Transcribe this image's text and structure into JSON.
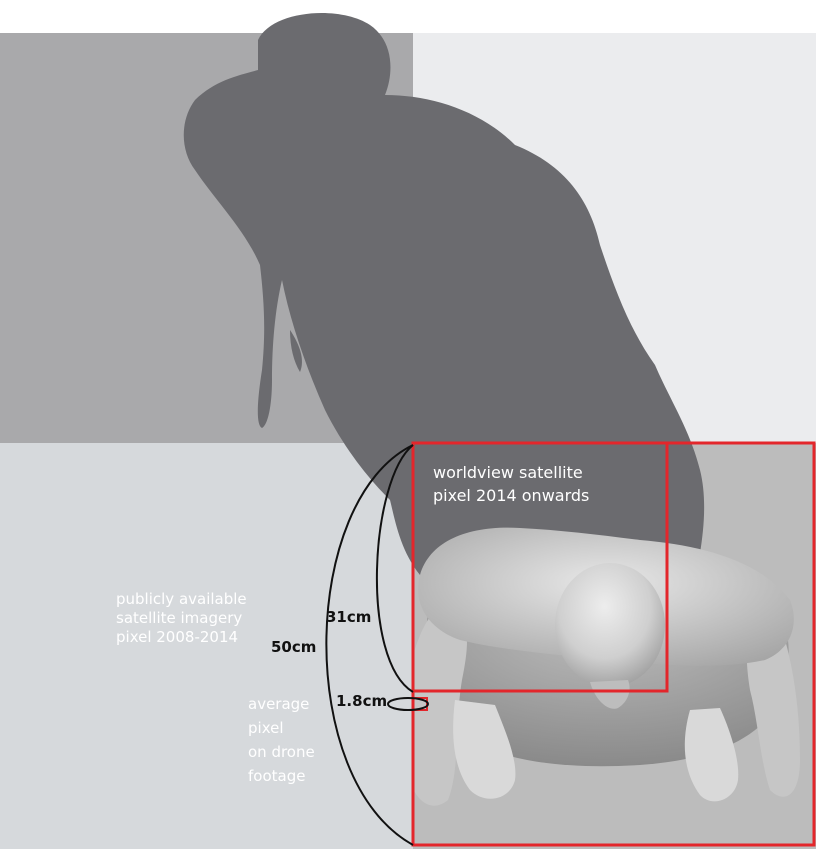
{
  "colors": {
    "background_top_left": "#a9a9ab",
    "background_top_right": "#ebecee",
    "background_bottom_left": "#d6d9dc",
    "background_bottom_right": "#bcbcbc",
    "shadow": "#6b6b6f",
    "figure": "#cfcfcf",
    "highlight_frame": "#e3262b",
    "arc_lines": "#111111"
  },
  "labels": {
    "worldview_satellite": [
      "worldview satellite",
      "pixel 2014 onwards"
    ],
    "public_imagery": [
      "publicly available",
      "satellite imagery",
      "pixel 2008-2014"
    ],
    "drone_pixel": [
      "average",
      "pixel",
      "on drone",
      "footage"
    ],
    "size_50cm": "50cm",
    "size_31cm": "31cm",
    "size_1_8cm": "1.8cm"
  },
  "icons": {
    "figure": "human-figure-top-view",
    "shadow": "human-shadow-silhouette"
  }
}
